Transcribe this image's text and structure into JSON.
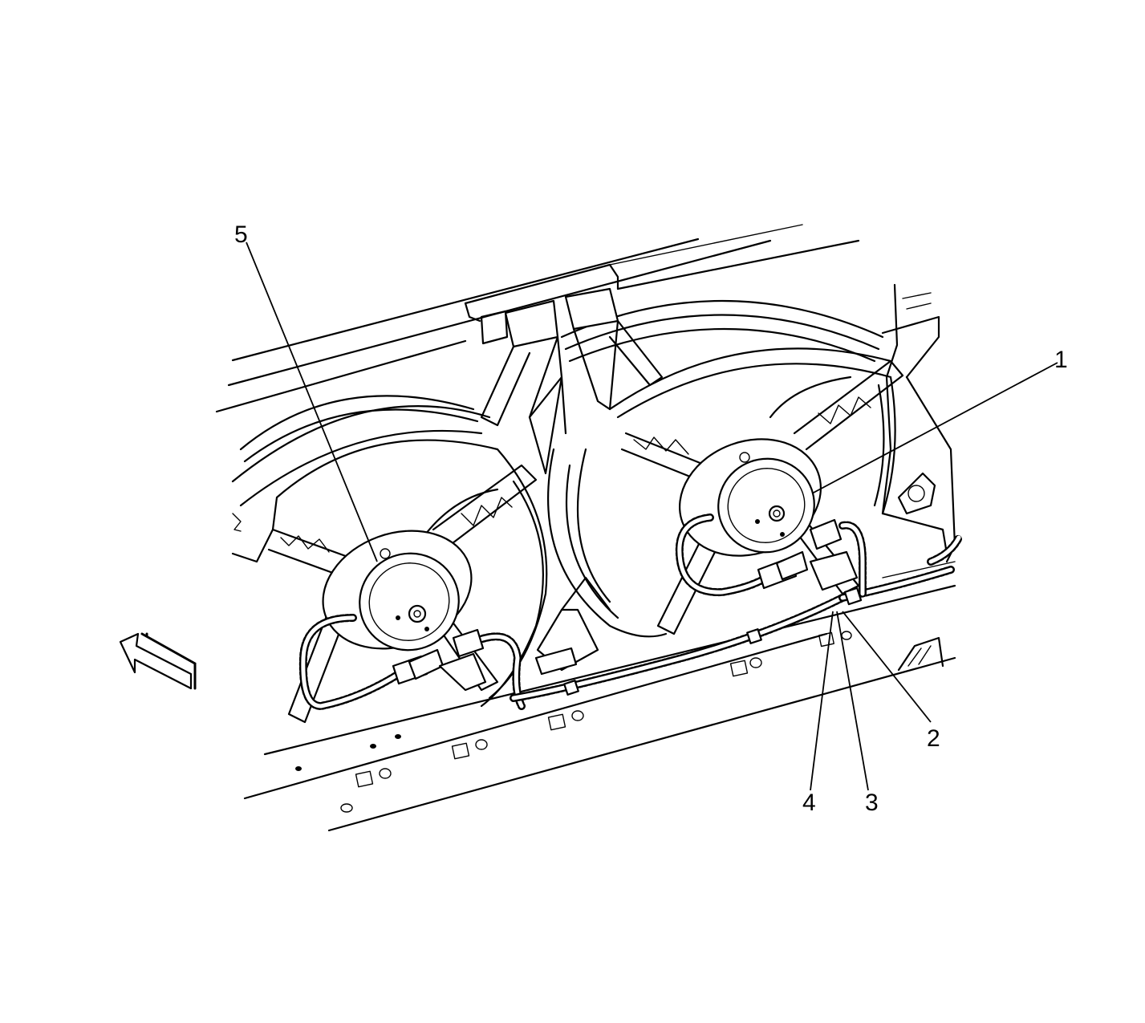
{
  "diagram": {
    "callouts": [
      {
        "id": "1",
        "label": "1"
      },
      {
        "id": "2",
        "label": "2"
      },
      {
        "id": "3",
        "label": "3"
      },
      {
        "id": "4",
        "label": "4"
      },
      {
        "id": "5",
        "label": "5"
      }
    ],
    "icons": {
      "direction": "front-direction-arrow-icon"
    }
  }
}
